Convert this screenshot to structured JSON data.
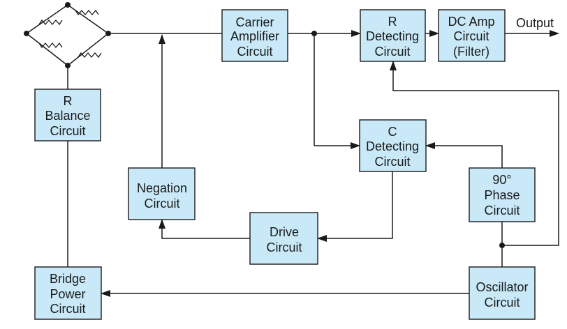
{
  "blocks": {
    "carrier_amplifier": [
      "Carrier",
      "Amplifier",
      "Circuit"
    ],
    "r_detecting": [
      "R",
      "Detecting",
      "Circuit"
    ],
    "dc_amp": [
      "DC Amp",
      "Circuit",
      "(Filter)"
    ],
    "r_balance": [
      "R",
      "Balance",
      "Circuit"
    ],
    "c_detecting": [
      "C",
      "Detecting",
      "Circuit"
    ],
    "phase_90": [
      "90°",
      "Phase",
      "Circuit"
    ],
    "negation": [
      "Negation",
      "Circuit"
    ],
    "drive": [
      "Drive",
      "Circuit"
    ],
    "bridge_power": [
      "Bridge",
      "Power",
      "Circuit"
    ],
    "oscillator": [
      "Oscillator",
      "Circuit"
    ]
  },
  "output_label": "Output"
}
